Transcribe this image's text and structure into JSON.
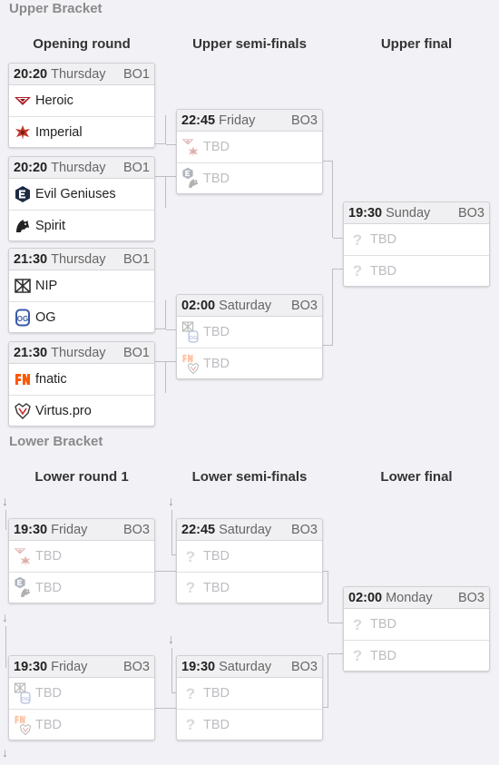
{
  "upper": {
    "title": "Upper Bracket",
    "headers": {
      "col1": "Opening round",
      "col2": "Upper semi-finals",
      "col3": "Upper final"
    },
    "matches": [
      {
        "time": "20:20",
        "day": "Thursday",
        "fmt": "BO1",
        "t1": "Heroic",
        "t2": "Imperial"
      },
      {
        "time": "20:20",
        "day": "Thursday",
        "fmt": "BO1",
        "t1": "Evil Geniuses",
        "t2": "Spirit"
      },
      {
        "time": "21:30",
        "day": "Thursday",
        "fmt": "BO1",
        "t1": "NIP",
        "t2": "OG"
      },
      {
        "time": "21:30",
        "day": "Thursday",
        "fmt": "BO1",
        "t1": "fnatic",
        "t2": "Virtus.pro"
      },
      {
        "time": "22:45",
        "day": "Friday",
        "fmt": "BO3",
        "t1": "TBD",
        "t2": "TBD"
      },
      {
        "time": "02:00",
        "day": "Saturday",
        "fmt": "BO3",
        "t1": "TBD",
        "t2": "TBD"
      },
      {
        "time": "19:30",
        "day": "Sunday",
        "fmt": "BO3",
        "t1": "TBD",
        "t2": "TBD"
      }
    ]
  },
  "lower": {
    "title": "Lower Bracket",
    "headers": {
      "col1": "Lower round 1",
      "col2": "Lower semi-finals",
      "col3": "Lower final"
    },
    "matches": [
      {
        "time": "19:30",
        "day": "Friday",
        "fmt": "BO3",
        "t1": "TBD",
        "t2": "TBD"
      },
      {
        "time": "19:30",
        "day": "Friday",
        "fmt": "BO3",
        "t1": "TBD",
        "t2": "TBD"
      },
      {
        "time": "22:45",
        "day": "Saturday",
        "fmt": "BO3",
        "t1": "TBD",
        "t2": "TBD"
      },
      {
        "time": "19:30",
        "day": "Saturday",
        "fmt": "BO3",
        "t1": "TBD",
        "t2": "TBD"
      },
      {
        "time": "02:00",
        "day": "Monday",
        "fmt": "BO3",
        "t1": "TBD",
        "t2": "TBD"
      }
    ]
  },
  "arrow_glyph": "↓",
  "colors": {
    "heroic": "#b0202a",
    "imperial": "#c0392b",
    "fnatic": "#ff5900",
    "og": "#3a5aa8"
  }
}
